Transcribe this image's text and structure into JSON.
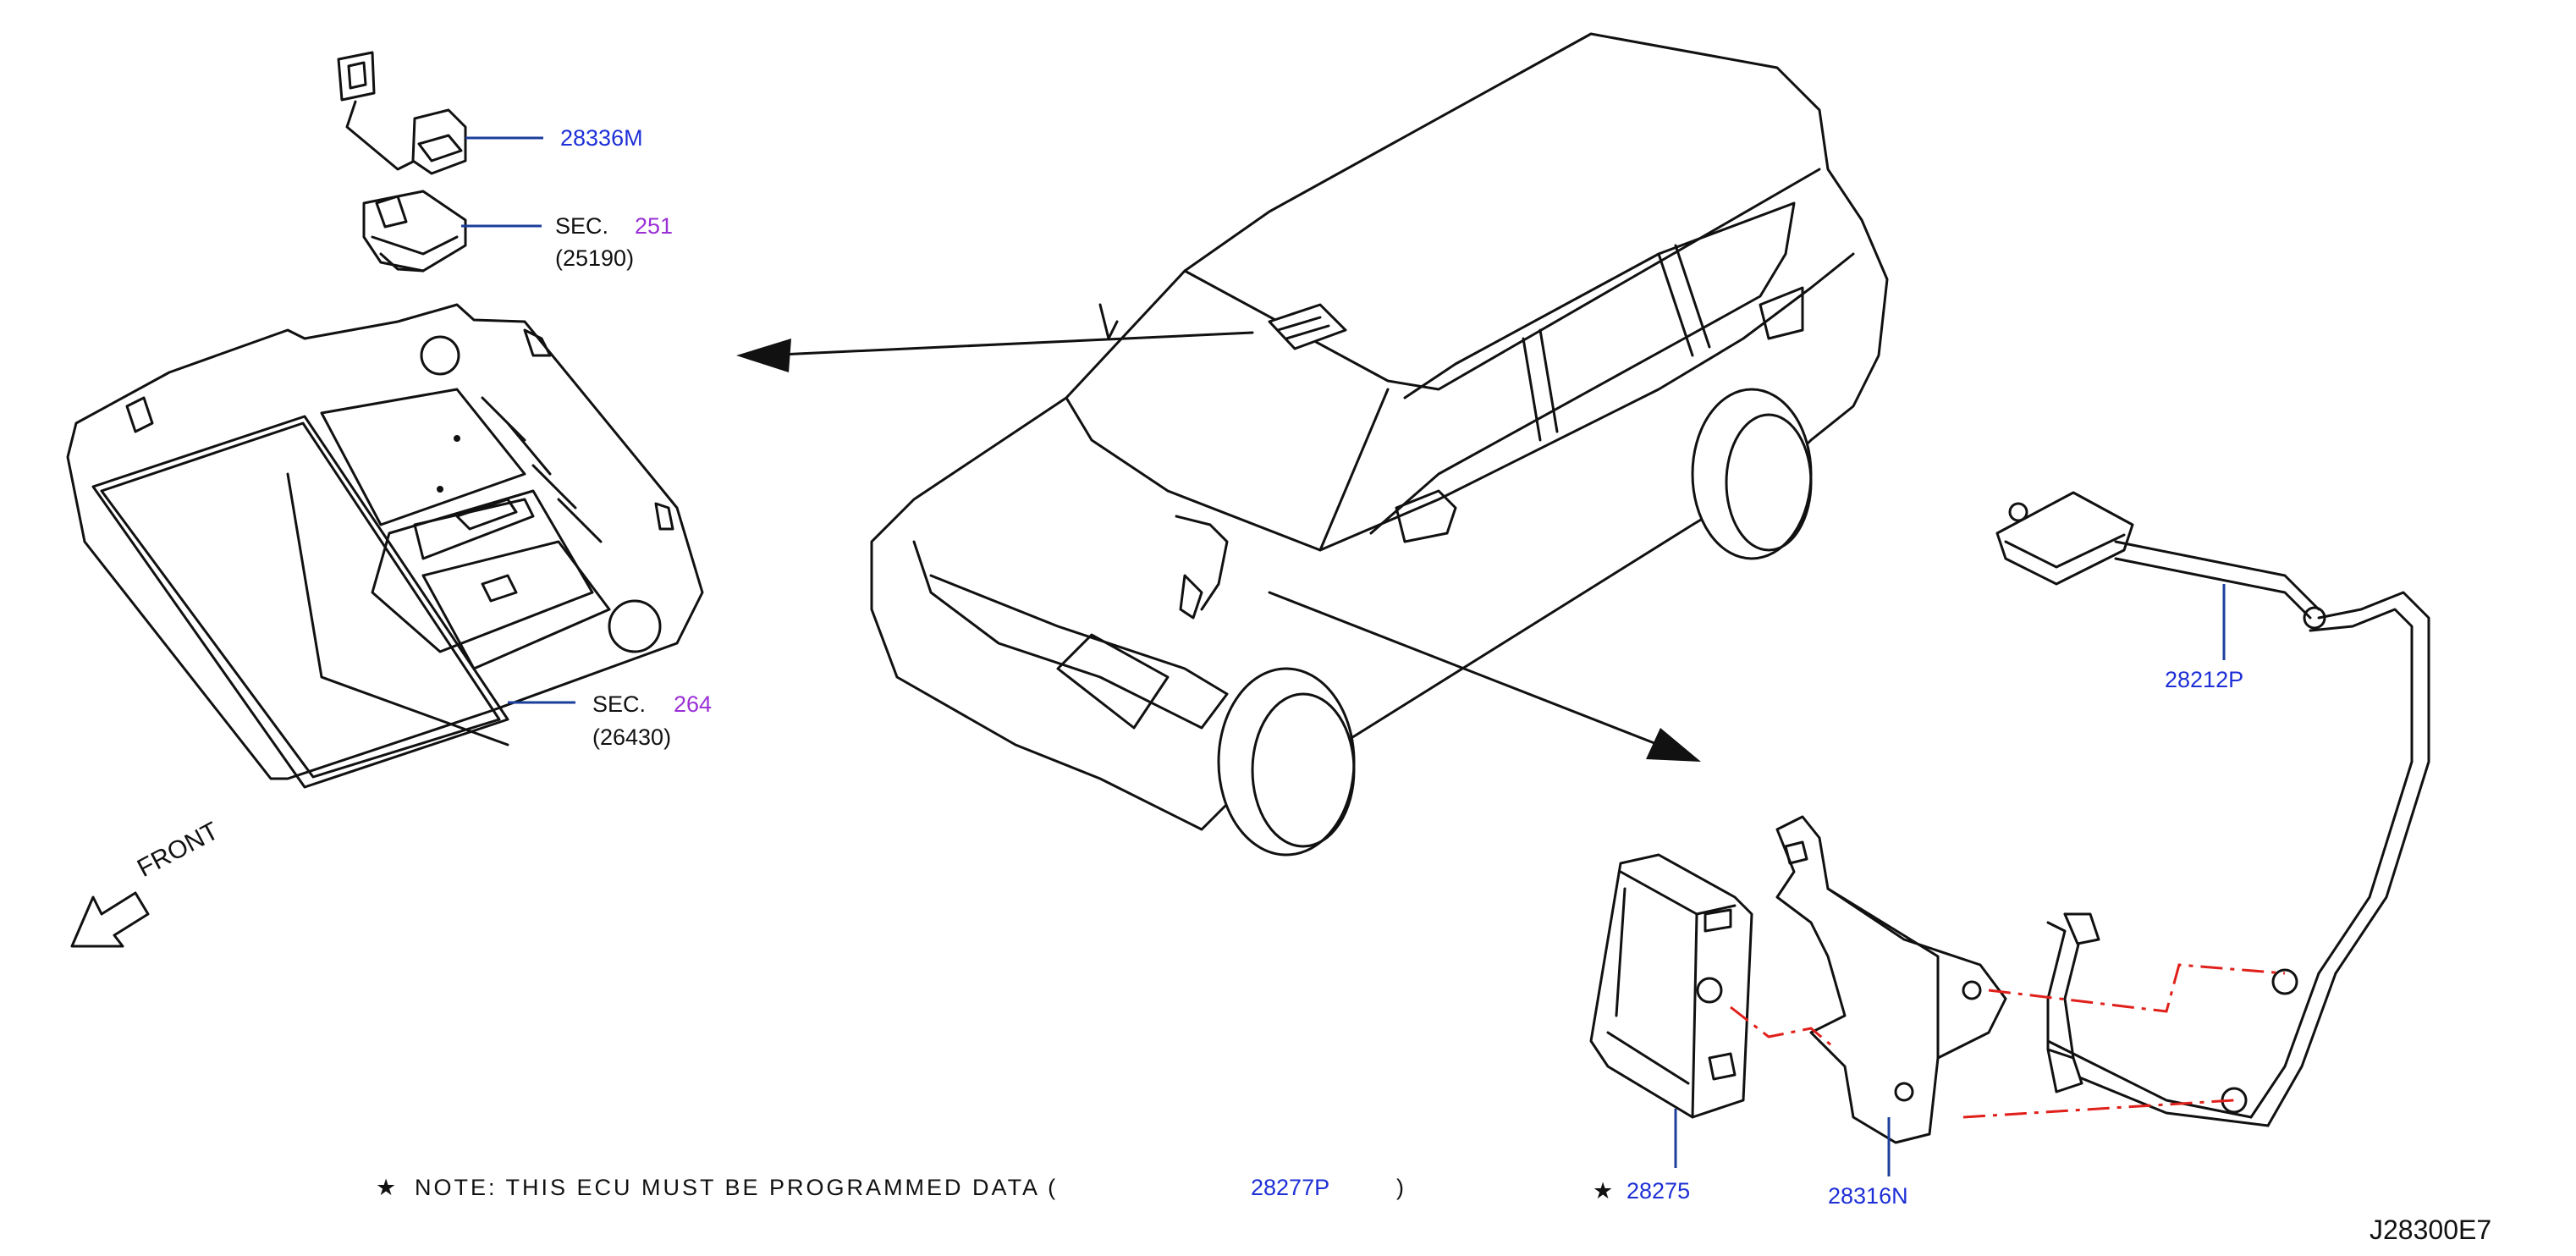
{
  "parts": {
    "p28336M": "28336M",
    "p28212P": "28212P",
    "p28275": "28275",
    "p28316N": "28316N",
    "p28277P": "28277P"
  },
  "sections": {
    "sec1_prefix": "SEC.",
    "sec1_num": "251",
    "sec1_sub": "(25190)",
    "sec2_prefix": "SEC.",
    "sec2_num": "264",
    "sec2_sub": "(26430)"
  },
  "front_label": "FRONT",
  "note": {
    "star": "★",
    "text": "NOTE:  THIS  ECU  MUST  BE  PROGRAMMED  DATA  (",
    "close": ")"
  },
  "ecu_star": "★",
  "diagram_id": "J28300E7",
  "colors": {
    "link": "#1d2fd6",
    "section": "#9b2fd6",
    "leader": "#1d3f9c",
    "dashed": "#e0201b"
  }
}
